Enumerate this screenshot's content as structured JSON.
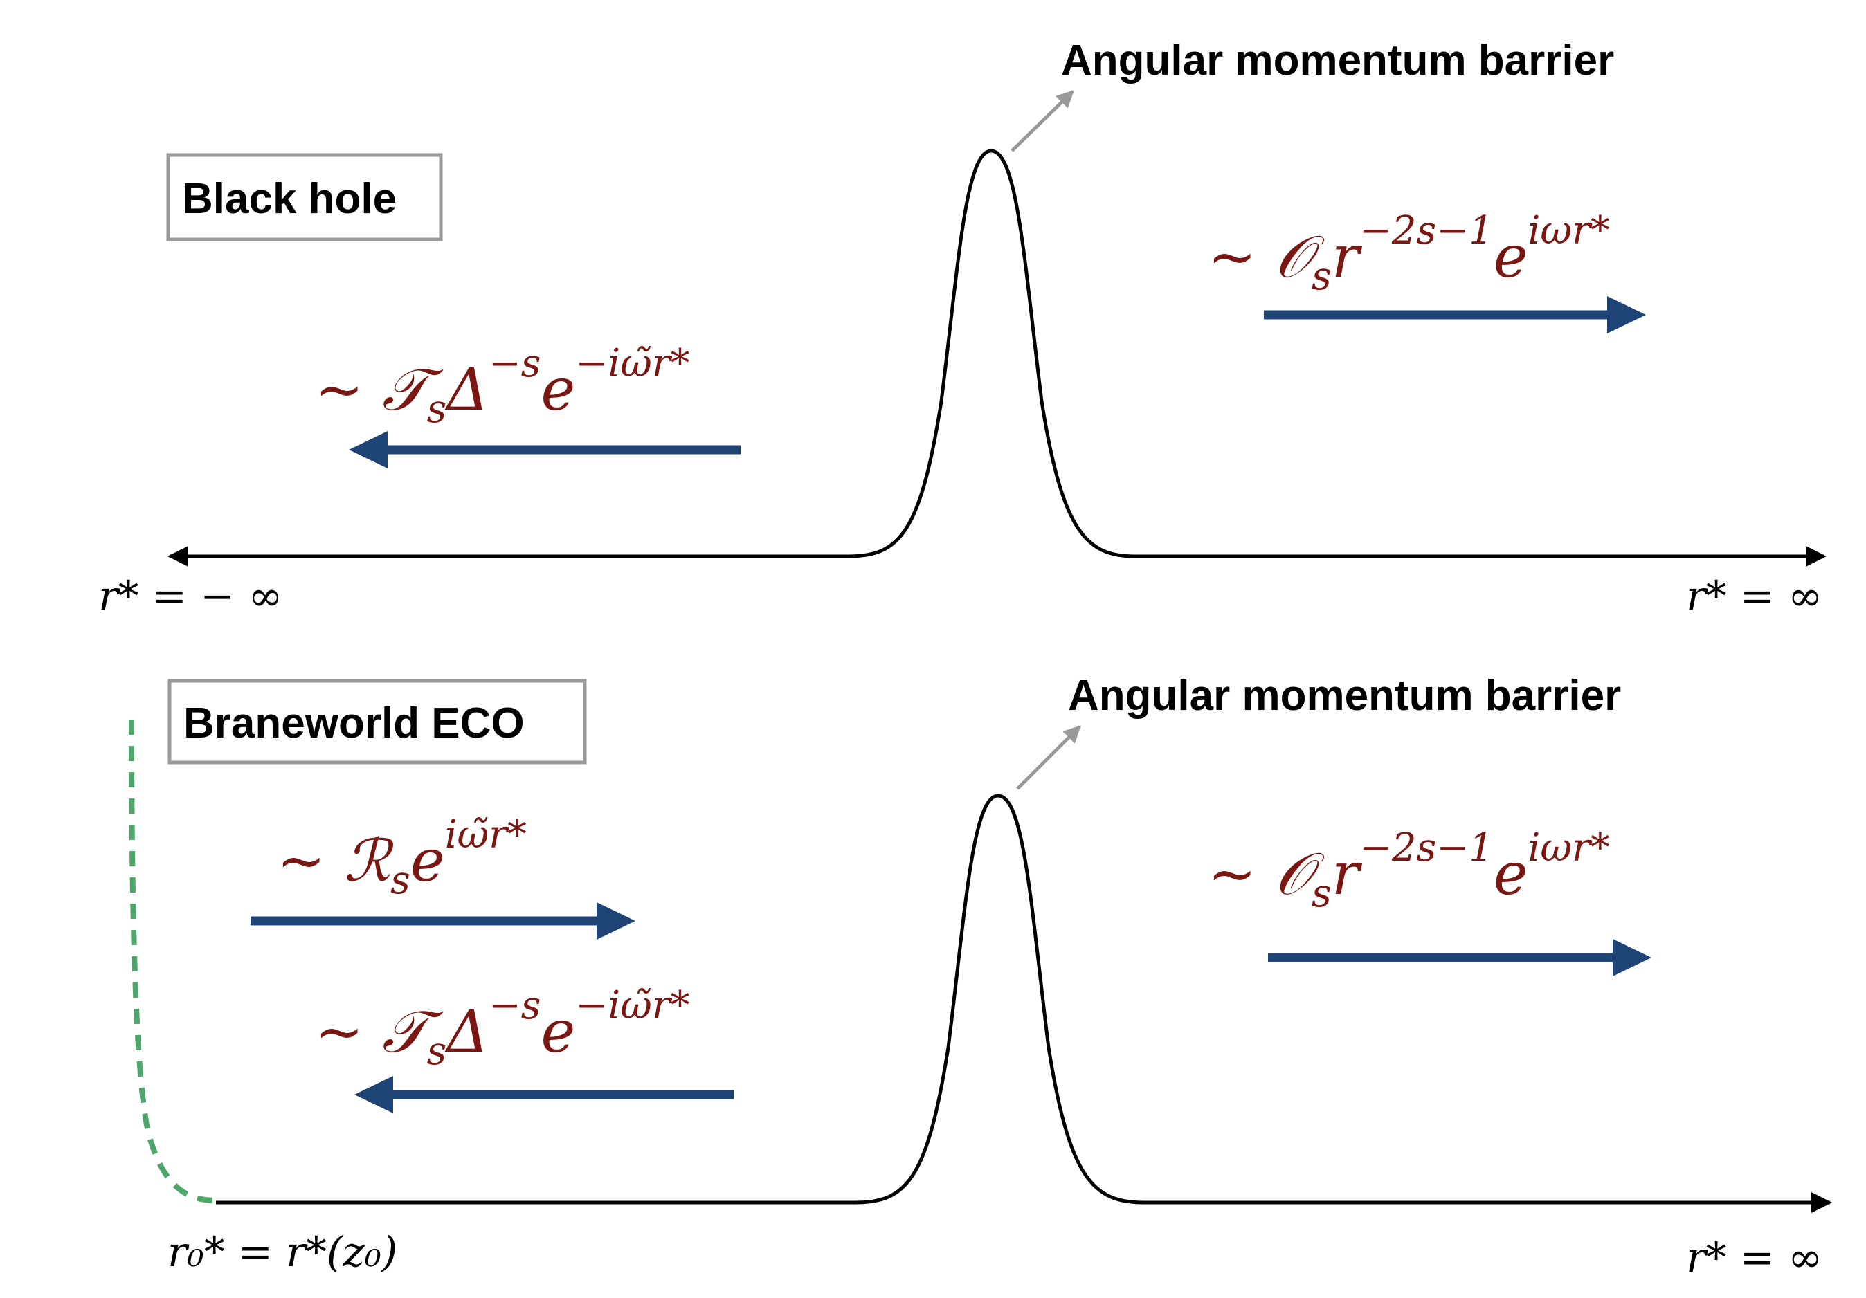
{
  "panels": {
    "top": {
      "title": "Black hole",
      "barrier_label": "Angular momentum barrier",
      "left_axis": "r* = − ∞",
      "right_axis": "r* = ∞",
      "outgoing": {
        "prefix": "~ ",
        "main": "𝒪",
        "sub": "s",
        "base": "r",
        "sup": "−2s−1",
        "exp_base": "e",
        "exp": "iωr*"
      },
      "ingoing": {
        "prefix": "~ ",
        "main": "𝒯",
        "sub": "s",
        "base": "Δ",
        "sup": "−s",
        "exp_base": "e",
        "exp": "−iω̃r*"
      }
    },
    "bottom": {
      "title": "Braneworld ECO",
      "barrier_label": "Angular momentum barrier",
      "left_axis": "r₀* = r*(z₀)",
      "right_axis": "r* = ∞",
      "reflected": {
        "prefix": "~ ",
        "main": "ℛ",
        "sub": "s",
        "exp_base": "e",
        "exp": "iω̃r*"
      },
      "ingoing": {
        "prefix": "~ ",
        "main": "𝒯",
        "sub": "s",
        "base": "Δ",
        "sup": "−s",
        "exp_base": "e",
        "exp": "−iω̃r*"
      },
      "outgoing": {
        "prefix": "~ ",
        "main": "𝒪",
        "sub": "s",
        "base": "r",
        "sup": "−2s−1",
        "exp_base": "e",
        "exp": "iωr*"
      }
    }
  },
  "colors": {
    "math_text": "#7a1712",
    "wave_arrow": "#1d4474",
    "pointer_arrow": "#999999",
    "box_border": "#999999",
    "wall_dashed": "#4fa66b",
    "curve": "#000000"
  }
}
